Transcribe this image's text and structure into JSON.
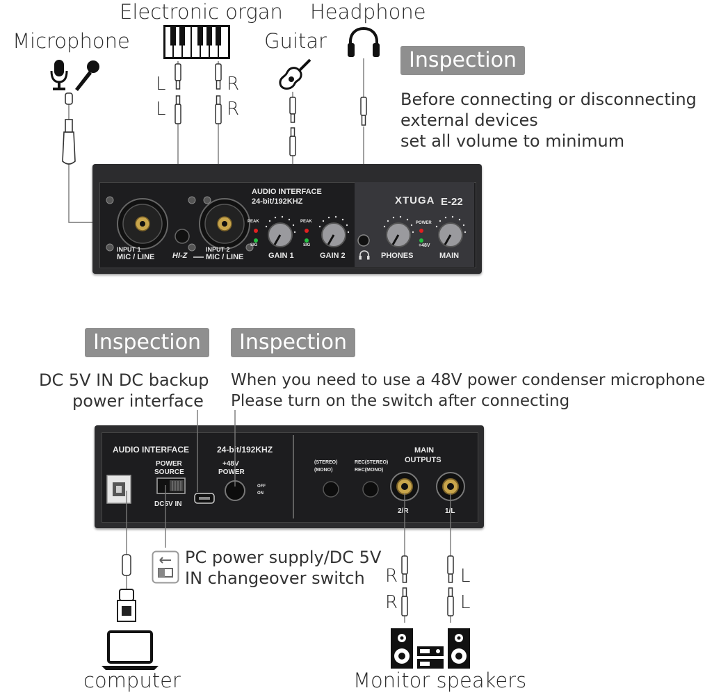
{
  "top": {
    "labels": {
      "microphone": "Microphone",
      "organ": "Electronic organ",
      "guitar": "Guitar",
      "headphone": "Headphone"
    },
    "cable_marks": {
      "left": "L",
      "right": "R"
    },
    "inspection": {
      "badge": "Inspection",
      "line1": "Before connecting or disconnecting",
      "line2": "external devices",
      "warning": "set all volume to minimum"
    },
    "device": {
      "title": "AUDIO INTERFACE",
      "spec": "24-bit/192KHZ",
      "brand": "XTUGA",
      "model": "E-22",
      "input1": "INPUT 1",
      "input1_sub": "MIC / LINE",
      "input2": "INPUT 2",
      "input2_sub": "MIC / LINE",
      "hiz": "HI-Z",
      "peak": "PEAK",
      "sig": "SIG",
      "gain1": "GAIN 1",
      "gain2": "GAIN 2",
      "phones": "PHONES",
      "main": "MAIN",
      "power": "POWER",
      "phantom": "+48V"
    }
  },
  "bottom": {
    "badge_left": "Inspection",
    "badge_right": "Inspection",
    "dc_label_line1": "DC 5V IN DC backup",
    "dc_label_line2": "power interface",
    "phantom_note_line1": "When you need to use a 48V power condenser microphone",
    "phantom_note_line2": "Please turn on the switch after connecting",
    "switch_label_line1": "PC power supply/DC 5V",
    "switch_label_line2": "IN changeover switch",
    "computer": "computer",
    "speakers": "Monitor speakers",
    "cable_marks": {
      "left": "L",
      "right": "R"
    },
    "device": {
      "title": "AUDIO INTERFACE",
      "spec": "24-bit/192KHZ",
      "power_source_line1": "POWER",
      "power_source_line2": "SOURCE",
      "dc5v_in": "DC5V IN",
      "phantom_line1": "+48V",
      "phantom_line2": "POWER",
      "off": "OFF",
      "on": "ON",
      "stereo": "(STEREO)",
      "mono": "(MONO)",
      "rec_stereo": "REC(STEREO)",
      "rec_mono": "REC(MONO)",
      "main_outputs_line1": "MAIN",
      "main_outputs_line2": "OUTPUTS",
      "out_right": "2/R",
      "out_left": "1/L"
    }
  },
  "colors": {
    "accent_red": "#b4262b",
    "badge_gray": "#8f8f8f",
    "device_body": "#2c2c2e",
    "device_panel": "#1c1c1e"
  },
  "icons": [
    "microphone-icon",
    "keyboard-icon",
    "guitar-icon",
    "headphone-icon",
    "laptop-icon",
    "speakers-icon",
    "switch-icon",
    "usb-plug-icon"
  ]
}
